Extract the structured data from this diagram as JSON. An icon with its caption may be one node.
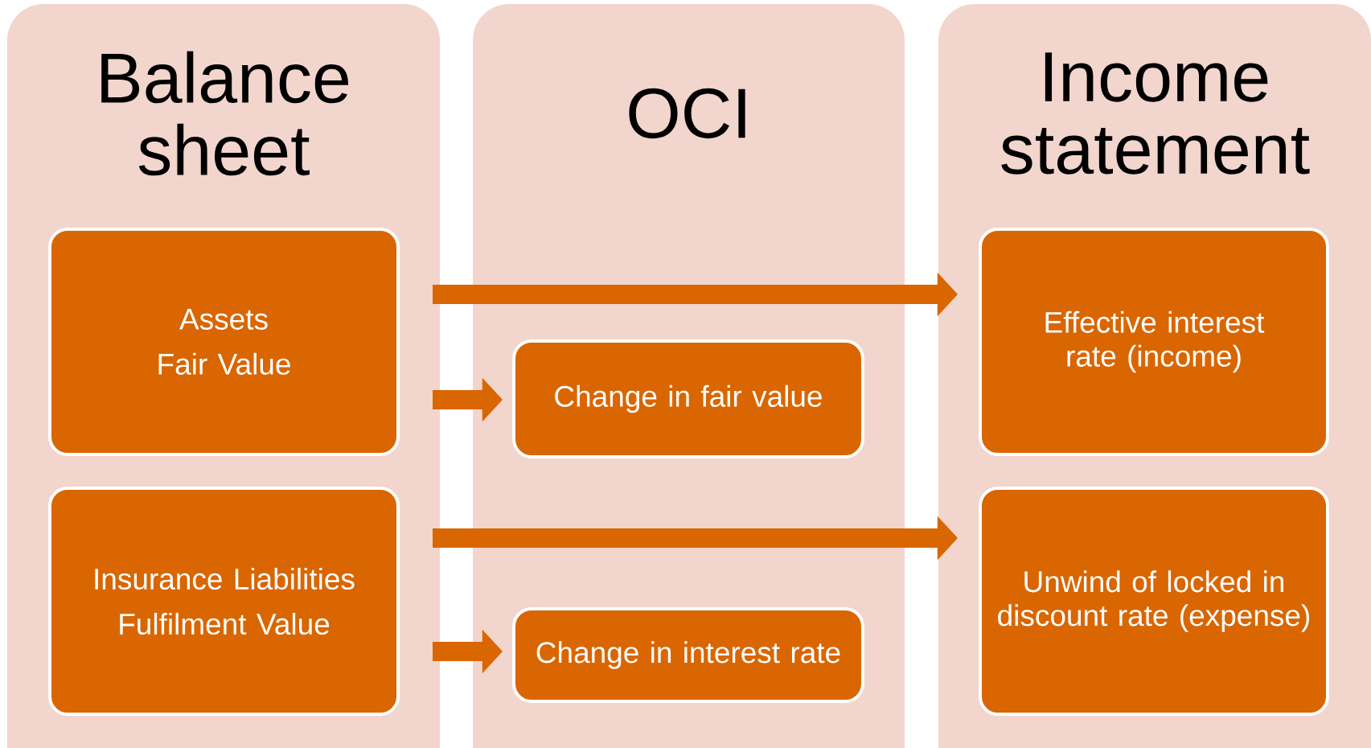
{
  "diagram": {
    "nodes": [
      {
        "text": [
          "Balance sheet"
        ]
      },
      {
        "text": [
          "OCI"
        ]
      },
      {
        "text": [
          "Income statement"
        ]
      },
      {
        "text": [
          "Assets",
          "Fair Value"
        ],
        "in": 0
      },
      {
        "text": [
          "Insurance Liabilities",
          "Fulfilment Value"
        ],
        "in": 0
      },
      {
        "text": [
          "Change in fair value"
        ],
        "in": 1
      },
      {
        "text": [
          "Change in interest rate"
        ],
        "in": 1
      },
      {
        "text": [
          "Effective interest rate (income)"
        ],
        "in": 2
      },
      {
        "text": [
          "Unwind of locked in discount rate (expense)"
        ],
        "in": 2
      }
    ],
    "edges": [
      {
        "from": 3,
        "to": 7,
        "arrow": "to"
      },
      {
        "from": 3,
        "to": 5,
        "arrow": "to"
      },
      {
        "from": 4,
        "to": 8,
        "arrow": "to"
      },
      {
        "from": 4,
        "to": 6,
        "arrow": "to"
      }
    ]
  }
}
